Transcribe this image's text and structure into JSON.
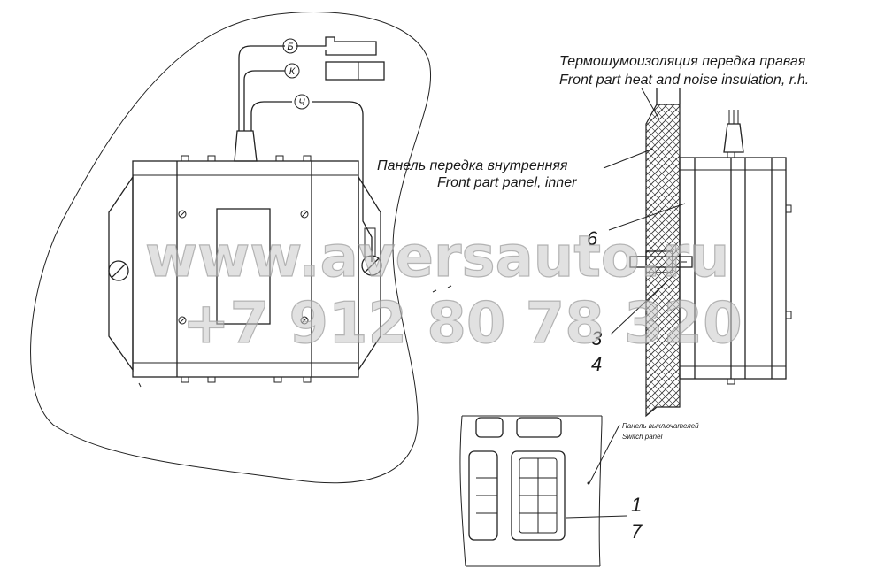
{
  "labels": {
    "insulation_ru": "Термошумоизоляция передка правая",
    "insulation_en": "Front part heat and noise insulation, r.h.",
    "panel_ru": "Панель передка внутренняя",
    "panel_en": "Front part panel, inner",
    "switch_ru": "Панель выключателей",
    "switch_en": "Switch panel"
  },
  "wire_markers": [
    "Б",
    "К",
    "Ч"
  ],
  "callouts": {
    "n6": "6",
    "n3": "3",
    "n4": "4",
    "n1": "1",
    "n7": "7"
  },
  "watermark": {
    "line1": "www.aversauto.ru",
    "line2": "+7 912 80 78 320"
  }
}
